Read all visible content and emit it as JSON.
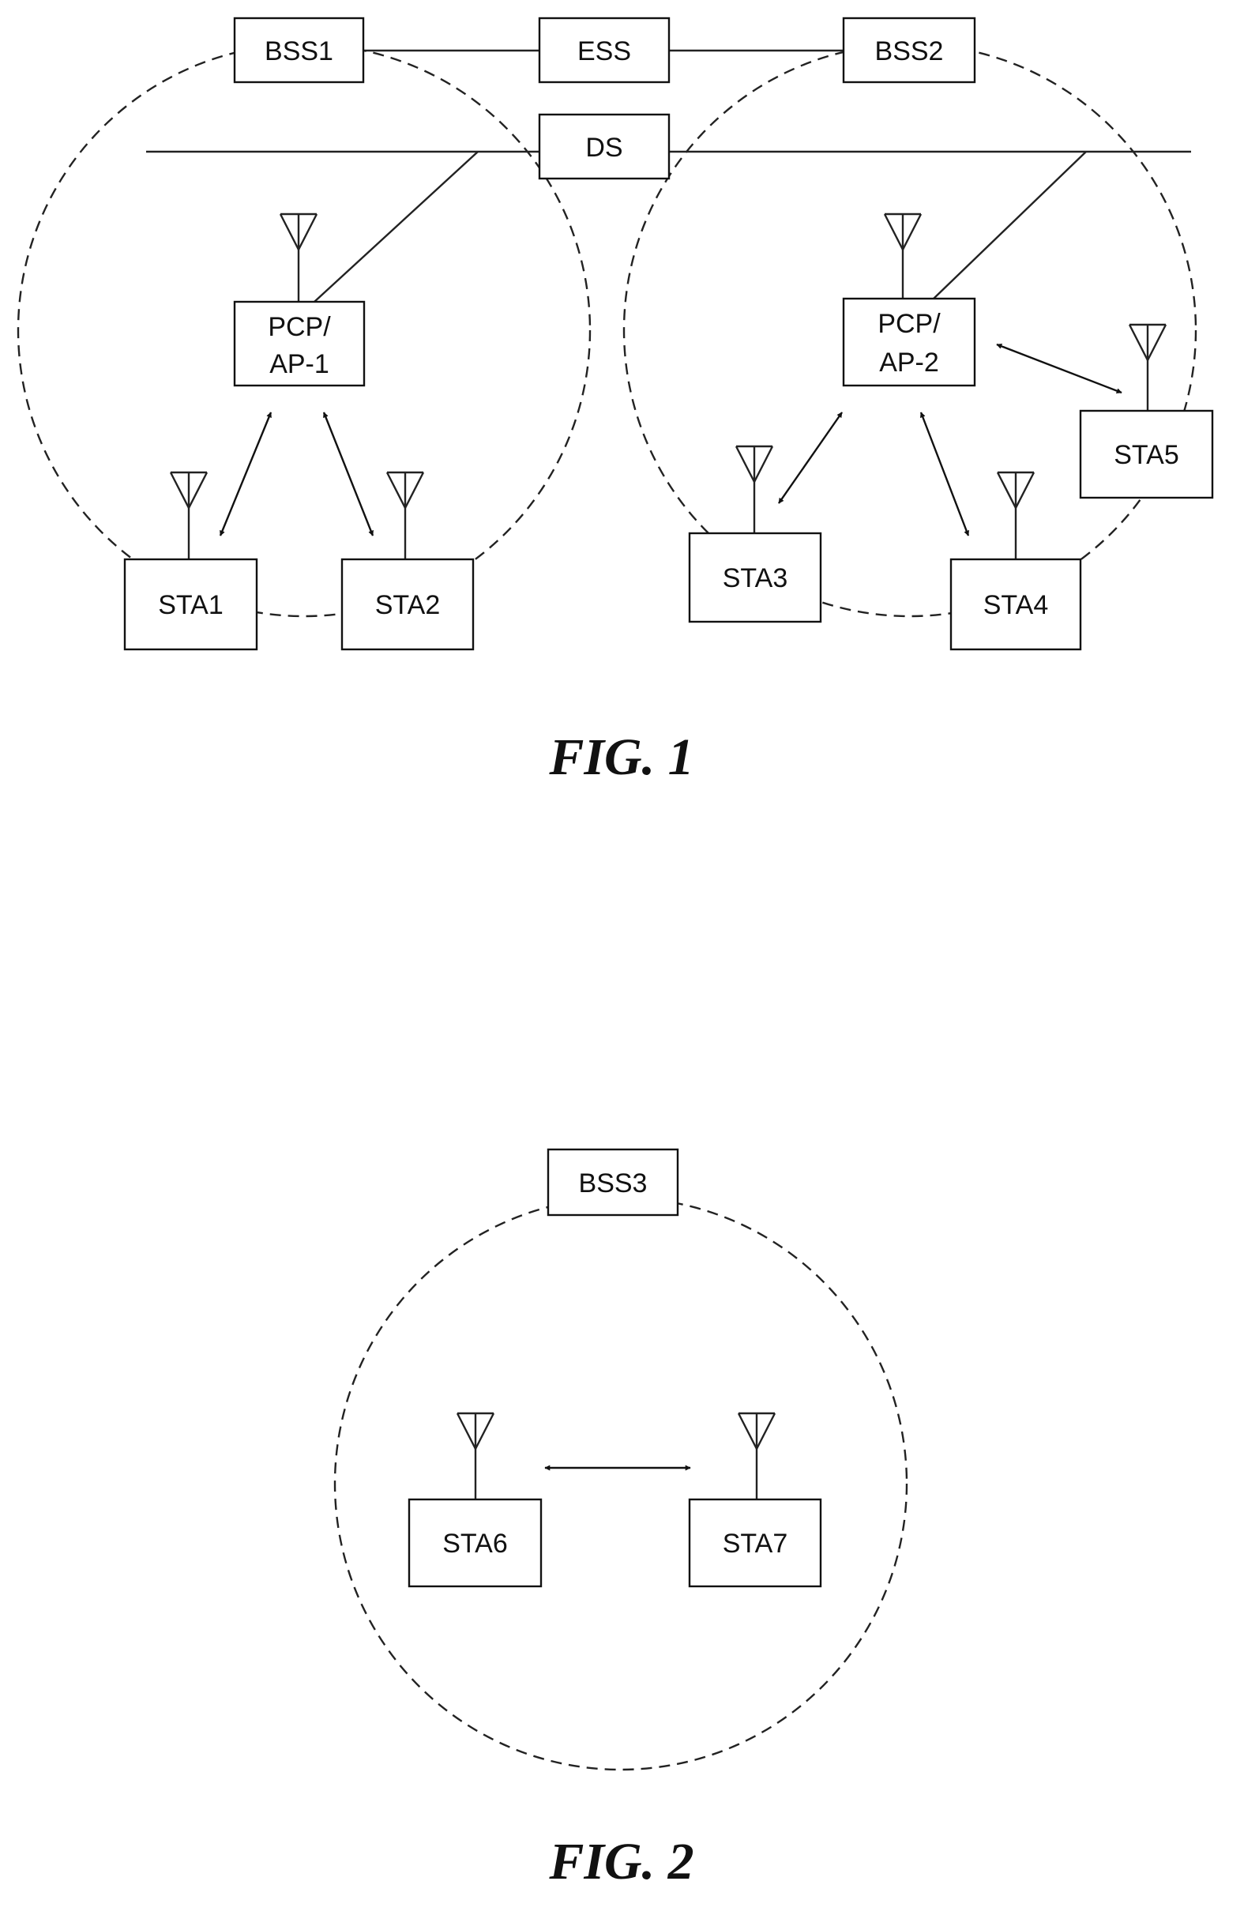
{
  "fig1": {
    "caption": "FIG. 1",
    "bss1": "BSS1",
    "ess": "ESS",
    "bss2": "BSS2",
    "ds": "DS",
    "ap1_line1": "PCP/",
    "ap1_line2": "AP-1",
    "ap2_line1": "PCP/",
    "ap2_line2": "AP-2",
    "sta1": "STA1",
    "sta2": "STA2",
    "sta3": "STA3",
    "sta4": "STA4",
    "sta5": "STA5"
  },
  "fig2": {
    "caption": "FIG. 2",
    "bss3": "BSS3",
    "sta6": "STA6",
    "sta7": "STA7"
  }
}
